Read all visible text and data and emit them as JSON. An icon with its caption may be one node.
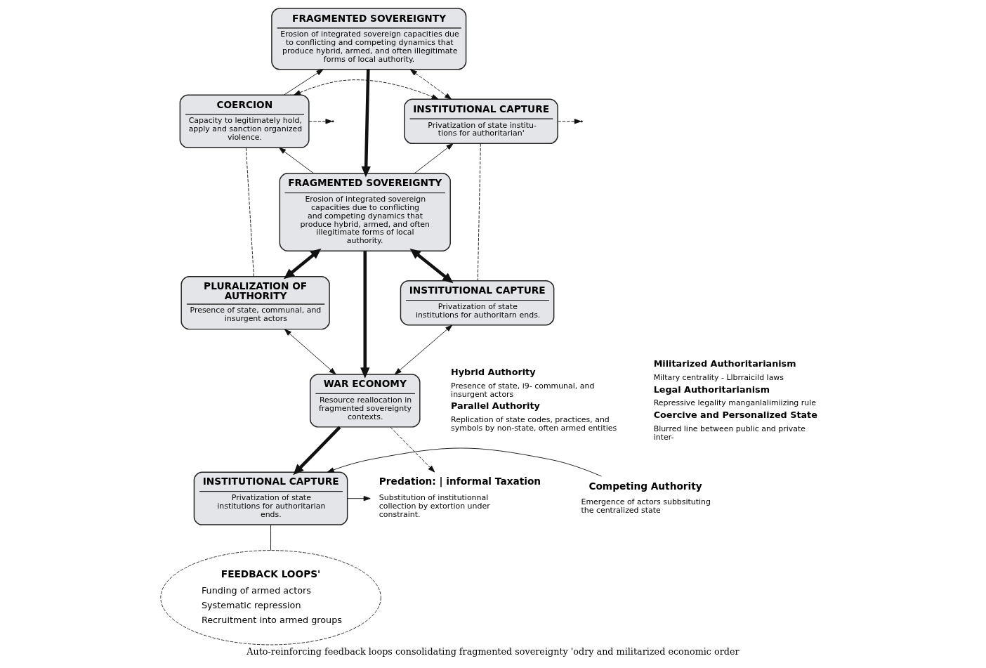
{
  "diagram": {
    "caption": "Auto-reinforcing feedback loops consolidating fragmented sovereignty 'odry and militarized economic order",
    "nodes": [
      {
        "text": [
          "FRAGMENTED SOVEREIGNTY",
          "Erosion of integrated sovereign capacities due to conflicting and competing dynamics that produce hybrid, armed, and often illegitimate forms of local authority."
        ]
      },
      {
        "text": [
          "COERCION",
          "Capacity to legitimately hold, apply and sanction organized violence."
        ]
      },
      {
        "text": [
          "INSTITUTIONAL CAPTURE",
          "Privatization of state institu- tions for authoritarian'"
        ]
      },
      {
        "text": [
          "FRAGMENTED SOVEREIGNTY",
          "Erosion of integrated sovereign capacities due to conflicting and competing dynamics that produce hybrid, armed, and often illegitimate forms of local authority."
        ]
      },
      {
        "text": [
          "PLURALIZATION OF AUTHORITY",
          "Presence of state, communal, and insurgent actors"
        ]
      },
      {
        "text": [
          "INSTITUTIONAL CAPTURE",
          "Privatization of state institutions for authoritarn ends."
        ]
      },
      {
        "text": [
          "WAR ECONOMY",
          "Resource reallocation in fragmented sovereignty contexts."
        ]
      },
      {
        "text": [
          "INSTITUTIONAL CAPTURE",
          "Privatization of state institutions for authoritarian ends."
        ]
      },
      {
        "text": [
          "Competing Authority",
          "Emergence of actors subbsituting the centralized state"
        ]
      },
      {
        "text": [
          "Predation: | informal Taxation",
          "Substitution of institutionnal collection by extortion under constraint."
        ]
      },
      {
        "text": [
          "FEEDBACK LOOPS'",
          "Funding of armed actors",
          "Systematic repression",
          "Recruitment into armed groups"
        ]
      }
    ],
    "edges": [
      {
        "from": 1,
        "to": 0,
        "arrow": "to"
      },
      {
        "from": 1,
        "to": 2,
        "arrow": "both",
        "style": "dashed"
      },
      {
        "from": 0,
        "to": 2,
        "arrow": "both",
        "style": "dashed"
      },
      {
        "from": 0,
        "to": 3,
        "arrow": "to",
        "style": "thick"
      },
      {
        "from": 3,
        "to": 1,
        "arrow": "to"
      },
      {
        "from": 3,
        "to": 2,
        "arrow": "to"
      },
      {
        "from": 1,
        "to": null,
        "arrow": "to",
        "style": "dashed"
      },
      {
        "from": 2,
        "to": null,
        "arrow": "to",
        "style": "dashed"
      },
      {
        "from": 3,
        "to": 4,
        "arrow": "both",
        "style": "thick"
      },
      {
        "from": 3,
        "to": 5,
        "arrow": "both",
        "style": "thick"
      },
      {
        "from": 1,
        "to": 4,
        "arrow": "none",
        "style": "dashed"
      },
      {
        "from": 2,
        "to": 5,
        "arrow": "none",
        "style": "dashed"
      },
      {
        "from": 3,
        "to": 6,
        "arrow": "to",
        "style": "thick"
      },
      {
        "from": 4,
        "to": 6,
        "arrow": "both"
      },
      {
        "from": 5,
        "to": 6,
        "arrow": "both"
      },
      {
        "from": 6,
        "to": 7,
        "arrow": "to",
        "style": "thick"
      },
      {
        "from": 8,
        "to": 7,
        "arrow": "to"
      },
      {
        "from": 7,
        "to": 9,
        "arrow": "to"
      },
      {
        "from": 6,
        "to": 9,
        "arrow": "to",
        "style": "dashed"
      },
      {
        "from": 7,
        "to": 10,
        "arrow": "none"
      }
    ],
    "labels": [
      "Hybrid Authority",
      "Presence of state, i9- communal, and insurgent actors",
      "Parallel Authority",
      "Replication of state codes, practices, and symbols by non-state, often armed entities",
      "Militarized Authoritarianism",
      "Miltary centrality - Llbrraicild laws",
      "Legal Authoritarianism",
      "Repressive legality manganlalimiizing rule",
      "Coercive and Personalized State",
      "Blurred line between public and private inter-"
    ]
  }
}
